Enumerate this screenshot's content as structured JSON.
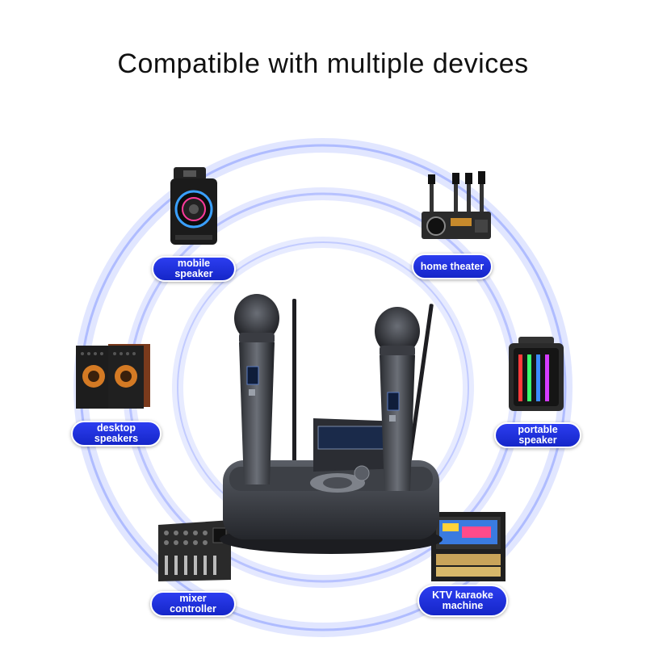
{
  "heading": "Compatible with multiple devices",
  "colors": {
    "ring": "#b9c3ff",
    "pill": "#1f31e0",
    "background": "#ffffff"
  },
  "devices": [
    {
      "label": "mobile speaker",
      "icon": "mobile-speaker-icon"
    },
    {
      "label": "home theater",
      "icon": "home-theater-icon"
    },
    {
      "label": "desktop speakers",
      "icon": "desktop-speakers-icon"
    },
    {
      "label": "portable speaker",
      "icon": "portable-speaker-icon"
    },
    {
      "label": "mixer controller",
      "icon": "mixer-controller-icon"
    },
    {
      "label": "KTV karaoke\nmachine",
      "icon": "karaoke-machine-icon"
    }
  ],
  "product": {
    "name": "wireless microphone receiver with two handheld microphones"
  }
}
